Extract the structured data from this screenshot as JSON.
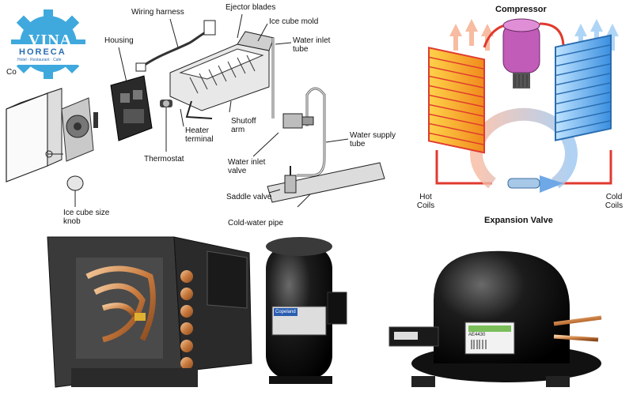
{
  "logo": {
    "brand": "VINA",
    "name": "HORECA",
    "tagline": "Hotel · Restaurant · Cafe"
  },
  "icemaker": {
    "labels": {
      "cover": "Co",
      "wiring_harness": "Wiring harness",
      "ejector_blades": "Ejector blades",
      "ice_cube_mold": "Ice cube mold",
      "housing": "Housing",
      "water_inlet_tube": "Water inlet tube",
      "heater_terminal": "Heater terminal",
      "shutoff_arm": "Shutoff arm",
      "thermostat": "Thermostat",
      "water_supply_tube": "Water supply tube",
      "water_inlet_valve": "Water inlet valve",
      "saddle_valve": "Saddle valve",
      "ice_cube_size_knob": "Ice cube size knob",
      "cold_water_pipe": "Cold-water pipe"
    }
  },
  "fridge_cycle": {
    "compressor": "Compressor",
    "hot_coils": "Hot Coils",
    "cold_coils": "Cold Coils",
    "expansion_valve": "Expansion Valve",
    "colors": {
      "hot": "#f5a623",
      "cold": "#2f8fe0",
      "compressor": "#b04aa8",
      "pipe_hot": "#e03a2f"
    }
  },
  "photos": {
    "compressor_badge": "Copeland",
    "label_text": "AE4430",
    "items": [
      "ac-unit-cutaway",
      "scroll-compressor",
      "reciprocating-compressor"
    ]
  }
}
